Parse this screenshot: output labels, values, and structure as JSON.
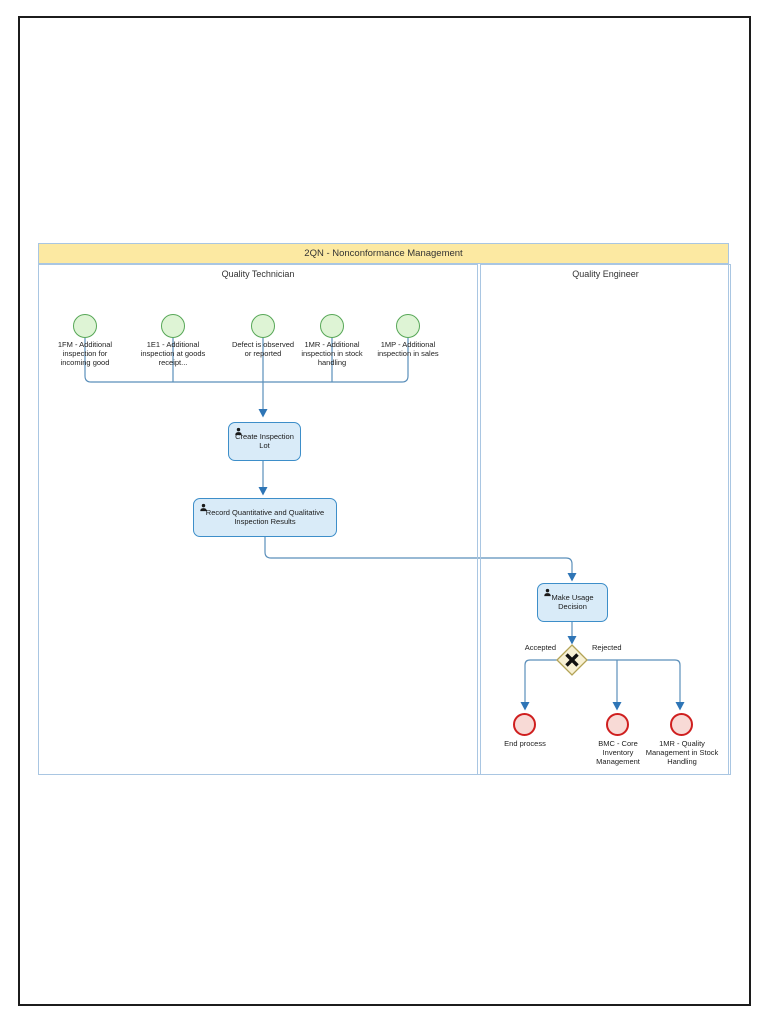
{
  "diagram": {
    "title": "2QN - Nonconformance Management",
    "lanes": [
      {
        "name": "Quality Technician"
      },
      {
        "name": "Quality Engineer"
      }
    ],
    "start_events": [
      {
        "label": "1FM - Additional inspection for incoming good"
      },
      {
        "label": "1E1 - Additional inspection at goods receipt..."
      },
      {
        "label": "Defect is observed or reported"
      },
      {
        "label": "1MR - Additional inspection in stock handling"
      },
      {
        "label": "1MP - Additional inspection in sales"
      }
    ],
    "tasks": [
      {
        "label": "Create Inspection Lot",
        "icon": "user-icon"
      },
      {
        "label": "Record Quantitative and Qualitative Inspection Results",
        "icon": "user-icon"
      },
      {
        "label": "Make Usage Decision",
        "icon": "user-icon"
      }
    ],
    "gateway": {
      "type": "exclusive-gateway",
      "branch_left_label": "Accepted",
      "branch_right_label": "Rejected"
    },
    "end_events": [
      {
        "label": "End process"
      },
      {
        "label": "BMC - Core Inventory Management"
      },
      {
        "label": "1MR - Quality Management in Stock Handling"
      }
    ],
    "colors": {
      "pool_title_bg": "#fce9a2",
      "pool_border": "#a9c6e2",
      "task_fill": "#d9ebf8",
      "task_border": "#3d8ec9",
      "start_event_fill": "#def4d5",
      "start_event_border": "#57a757",
      "end_event_fill": "#f8dad6",
      "end_event_border": "#cf1f1f",
      "gateway_fill": "#f7f0d4",
      "gateway_border": "#b3a356",
      "connector": "#5b8fba",
      "arrowhead": "#2e75b6"
    }
  }
}
